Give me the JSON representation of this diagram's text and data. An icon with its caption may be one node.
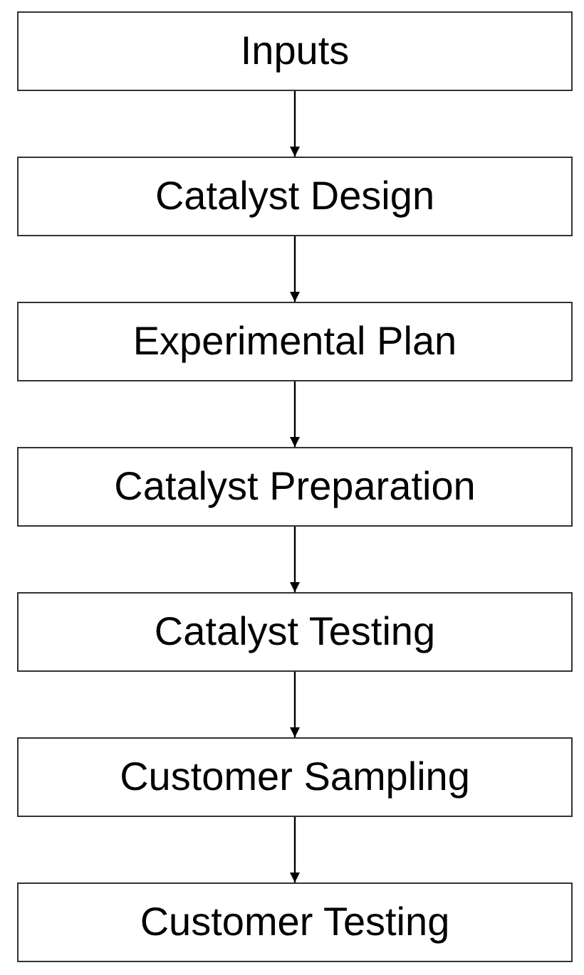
{
  "diagram": {
    "nodes": [
      {
        "text": [
          "Inputs"
        ]
      },
      {
        "text": [
          "Catalyst Design"
        ]
      },
      {
        "text": [
          "Experimental Plan"
        ]
      },
      {
        "text": [
          "Catalyst Preparation"
        ]
      },
      {
        "text": [
          "Catalyst Testing"
        ]
      },
      {
        "text": [
          "Customer Sampling"
        ]
      },
      {
        "text": [
          "Customer Testing"
        ]
      }
    ],
    "edges": [
      {
        "from": 0,
        "to": 1,
        "arrow": "to"
      },
      {
        "from": 1,
        "to": 2,
        "arrow": "to"
      },
      {
        "from": 2,
        "to": 3,
        "arrow": "to"
      },
      {
        "from": 3,
        "to": 4,
        "arrow": "to"
      },
      {
        "from": 4,
        "to": 5,
        "arrow": "to"
      },
      {
        "from": 5,
        "to": 6,
        "arrow": "to"
      }
    ]
  }
}
